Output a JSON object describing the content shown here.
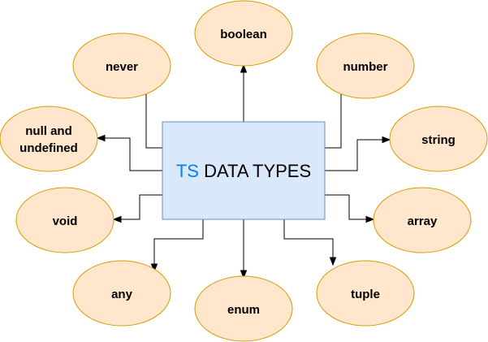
{
  "center": {
    "prefix": "TS",
    "rest": " DATA TYPES",
    "prefix_color": "#007fff",
    "fill": "#dae8fc",
    "stroke": "#6c8ebf"
  },
  "node_style": {
    "fill": "#ffe6cc",
    "stroke": "#d79b00"
  },
  "nodes": [
    {
      "id": "boolean",
      "lines": [
        "boolean"
      ]
    },
    {
      "id": "number",
      "lines": [
        "number"
      ]
    },
    {
      "id": "string",
      "lines": [
        "string"
      ]
    },
    {
      "id": "array",
      "lines": [
        "array"
      ]
    },
    {
      "id": "tuple",
      "lines": [
        "tuple"
      ]
    },
    {
      "id": "enum",
      "lines": [
        "enum"
      ]
    },
    {
      "id": "any",
      "lines": [
        "any"
      ]
    },
    {
      "id": "void",
      "lines": [
        "void"
      ]
    },
    {
      "id": "null-and-undefined",
      "lines": [
        "null and",
        "undefined"
      ]
    },
    {
      "id": "never",
      "lines": [
        "never"
      ]
    }
  ]
}
